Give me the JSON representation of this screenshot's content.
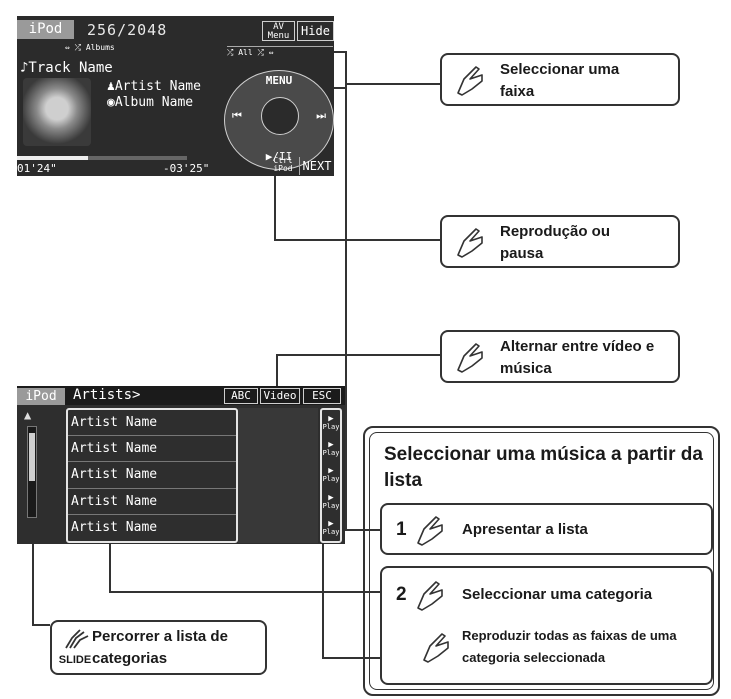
{
  "screen_playback": {
    "tab": "iPod",
    "counter": "256/2048",
    "av_menu": "AV\nMenu",
    "hide": "Hide",
    "albums_row": "⇔ ⤮ Albums",
    "controls_top": "⤮ All   ⤮   ⇔",
    "track": "♪Track Name",
    "artist": "Artist Name",
    "album": "Album Name",
    "menu": "MENU",
    "prev": "⏮",
    "next_icon": "⏭",
    "play_pause": "▶/II",
    "progress_fraction": 0.42,
    "time_elapsed": "01'24\"",
    "time_remaining": "-03'25\"",
    "ctrl_ipod": "Ctrl\niPod",
    "next": "NEXT"
  },
  "screen_list": {
    "tab": "iPod",
    "crumb": "Artists>",
    "abc": "ABC",
    "video": "Video",
    "esc": "ESC",
    "rows": [
      "Artist Name",
      "Artist Name",
      "Artist Name",
      "Artist Name",
      "Artist Name"
    ],
    "play_label": "Play"
  },
  "callouts": {
    "select_track": "Seleccionar uma faixa",
    "play_pause": "Reprodução ou pausa",
    "toggle_video": "Alternar entre vídeo e música",
    "scroll_list": "Percorrer a lista de categorias",
    "slide_icon_label": "SLIDE"
  },
  "panel": {
    "title": "Seleccionar uma música a partir da lista",
    "step1_num": "1",
    "step1_text": "Apresentar a lista",
    "step2_num": "2",
    "step2_text": "Seleccionar uma categoria",
    "step2_sub": "Reproduzir todas as faixas de uma categoria seleccionada"
  }
}
